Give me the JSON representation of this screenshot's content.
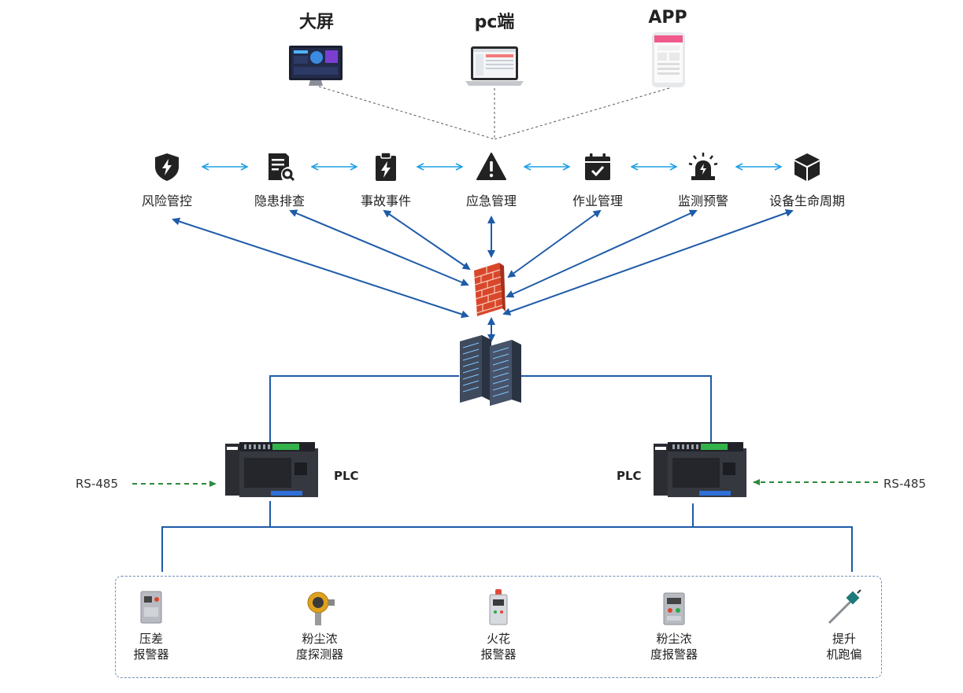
{
  "clients": [
    {
      "label": "大屏",
      "icon": "monitor-icon"
    },
    {
      "label": "pc端",
      "icon": "laptop-icon"
    },
    {
      "label": "APP",
      "icon": "phone-icon"
    }
  ],
  "modules": [
    {
      "label": "风险管控",
      "icon": "shield-bolt-icon"
    },
    {
      "label": "隐患排查",
      "icon": "document-search-icon"
    },
    {
      "label": "事故事件",
      "icon": "clipboard-bolt-icon"
    },
    {
      "label": "应急管理",
      "icon": "warning-triangle-icon"
    },
    {
      "label": "作业管理",
      "icon": "calendar-check-icon"
    },
    {
      "label": "监测预警",
      "icon": "alarm-light-icon"
    },
    {
      "label": "设备生命周期",
      "icon": "cube-icon"
    }
  ],
  "network": {
    "firewall_icon": "firewall-icon",
    "server_icon": "server-rack-icon"
  },
  "plcs": [
    {
      "label": "PLC",
      "rs_label": "RS-485"
    },
    {
      "label": "PLC",
      "rs_label": "RS-485"
    }
  ],
  "devices": [
    {
      "line1": "压差",
      "line2": "报警器",
      "icon": "pressure-alarm-icon"
    },
    {
      "line1": "粉尘浓",
      "line2": "度探测器",
      "icon": "dust-detector-icon"
    },
    {
      "line1": "火花",
      "line2": "报警器",
      "icon": "spark-alarm-icon"
    },
    {
      "line1": "粉尘浓",
      "line2": "度报警器",
      "icon": "dust-alarm-icon"
    },
    {
      "line1": "提升",
      "line2": "机跑偏",
      "icon": "elevator-deviation-sensor-icon"
    }
  ],
  "colors": {
    "link_blue": "#1e5ba8",
    "bidir_cyan": "#1ea0e6",
    "rs_green": "#2e8b3a",
    "firewall_red": "#d9472b"
  }
}
